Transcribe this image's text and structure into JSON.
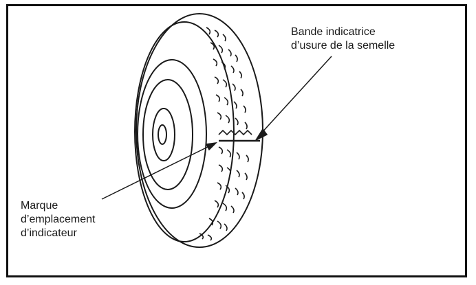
{
  "colors": {
    "ink": "#1a1a1a",
    "frame": "#111111",
    "background": "#ffffff"
  },
  "labels": {
    "tread_wear_indicator": {
      "lines": [
        "Bande indicatrice",
        "d’usure de la semelle"
      ]
    },
    "indicator_location_mark": {
      "lines": [
        "Marque",
        "d’emplacement",
        "d’indicateur"
      ]
    }
  }
}
